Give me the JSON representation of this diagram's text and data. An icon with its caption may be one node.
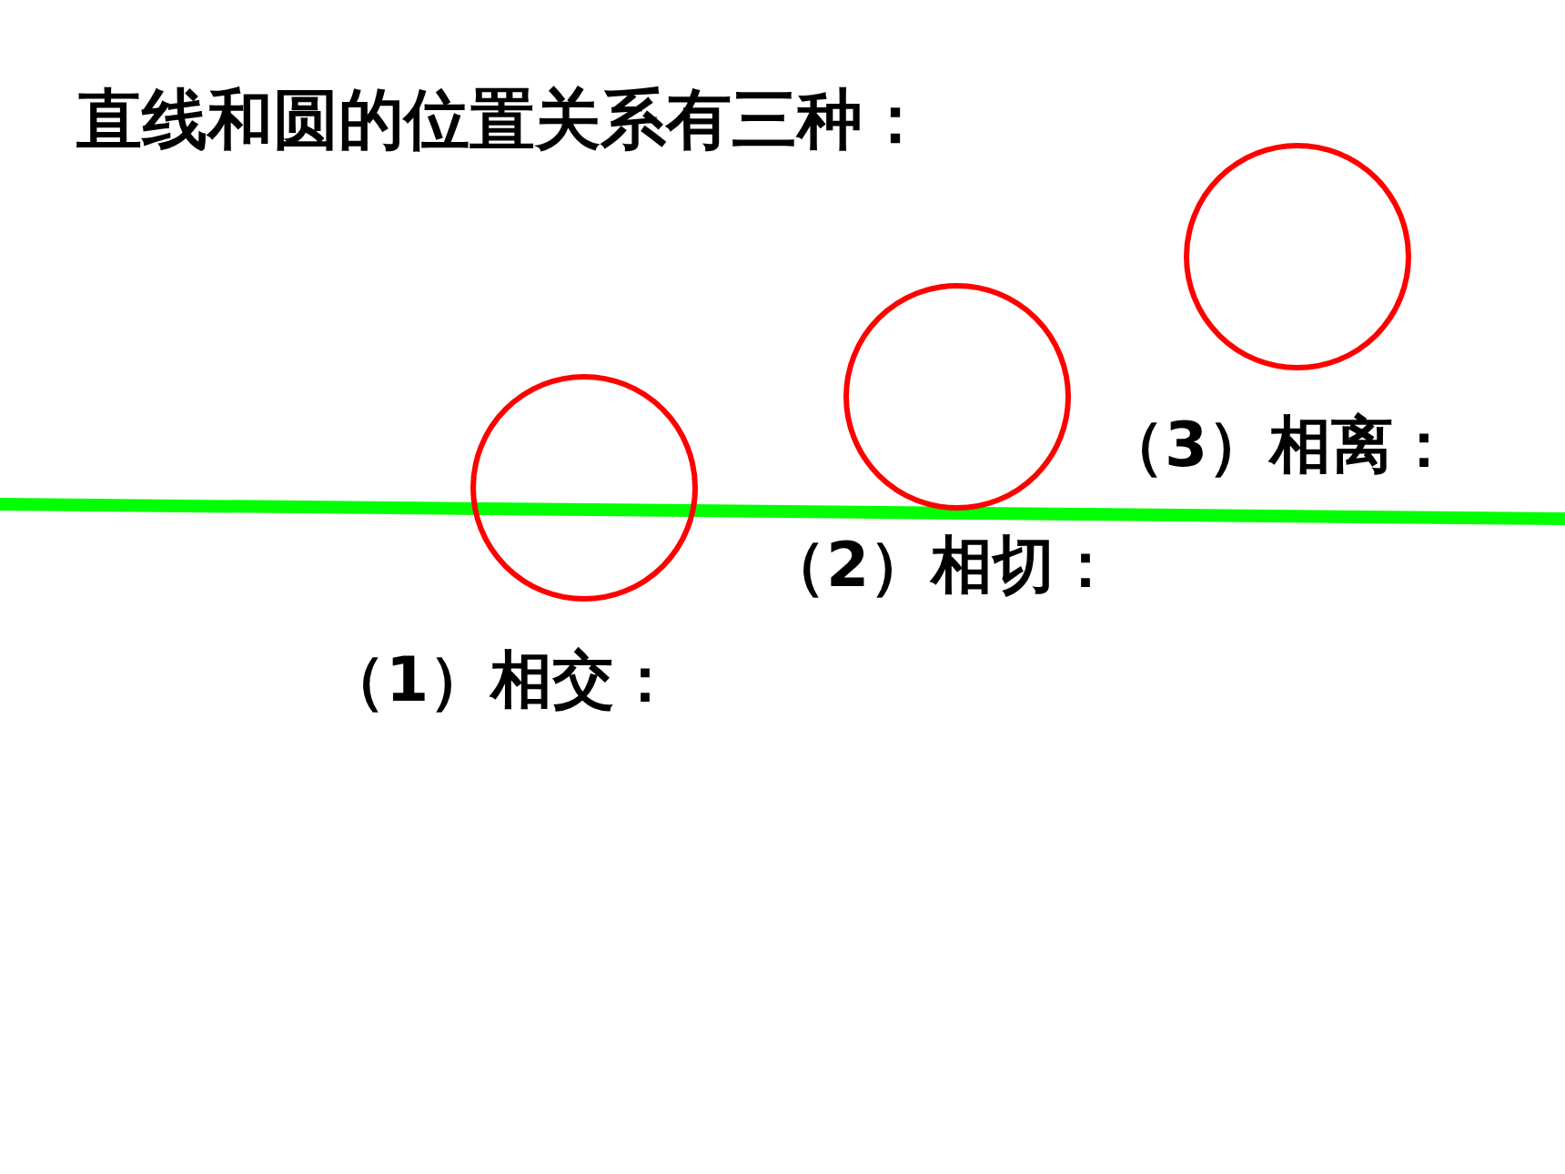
{
  "diagram": {
    "title": "直线和圆的位置关系有三种：",
    "labels": [
      "（3）相离：",
      "（2）相切：",
      "（1）相交："
    ]
  }
}
